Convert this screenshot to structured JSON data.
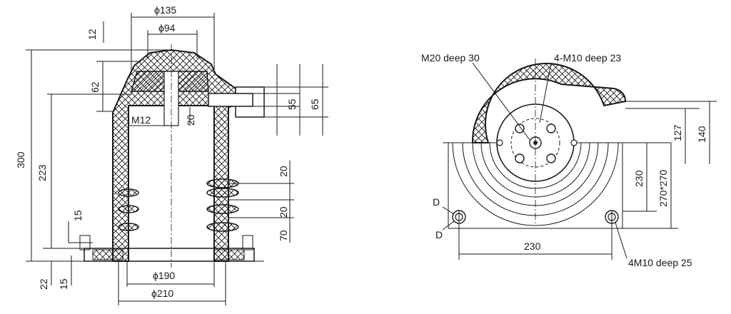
{
  "colors": {
    "line": "#1a1a1a",
    "body_fill": "#c9c9c9",
    "background": "#ffffff"
  },
  "side_view": {
    "dims": {
      "d135": "ϕ135",
      "d94": "ϕ94",
      "h12": "12",
      "h62": "62",
      "h300": "300",
      "h223": "223",
      "thread_m12": "M12",
      "h20_center": "20",
      "h55": "55",
      "h65": "65",
      "pitch20_a": "20",
      "pitch20_b": "20",
      "h70": "70",
      "h15_left": "15",
      "h22": "22",
      "h15_bottom": "15",
      "d190": "ϕ190",
      "d210": "ϕ210"
    }
  },
  "plan_view": {
    "labels": {
      "center_thread": "M20 deep 30",
      "bolt_circle_threads": "4-M10 deep 23",
      "base_threads": "4M10 deep 25",
      "section_mark_top": "D",
      "section_mark_bottom": "D"
    },
    "dims": {
      "w230": "230",
      "h230": "230",
      "h270x270": "270*270",
      "h127": "127",
      "h140": "140"
    }
  }
}
